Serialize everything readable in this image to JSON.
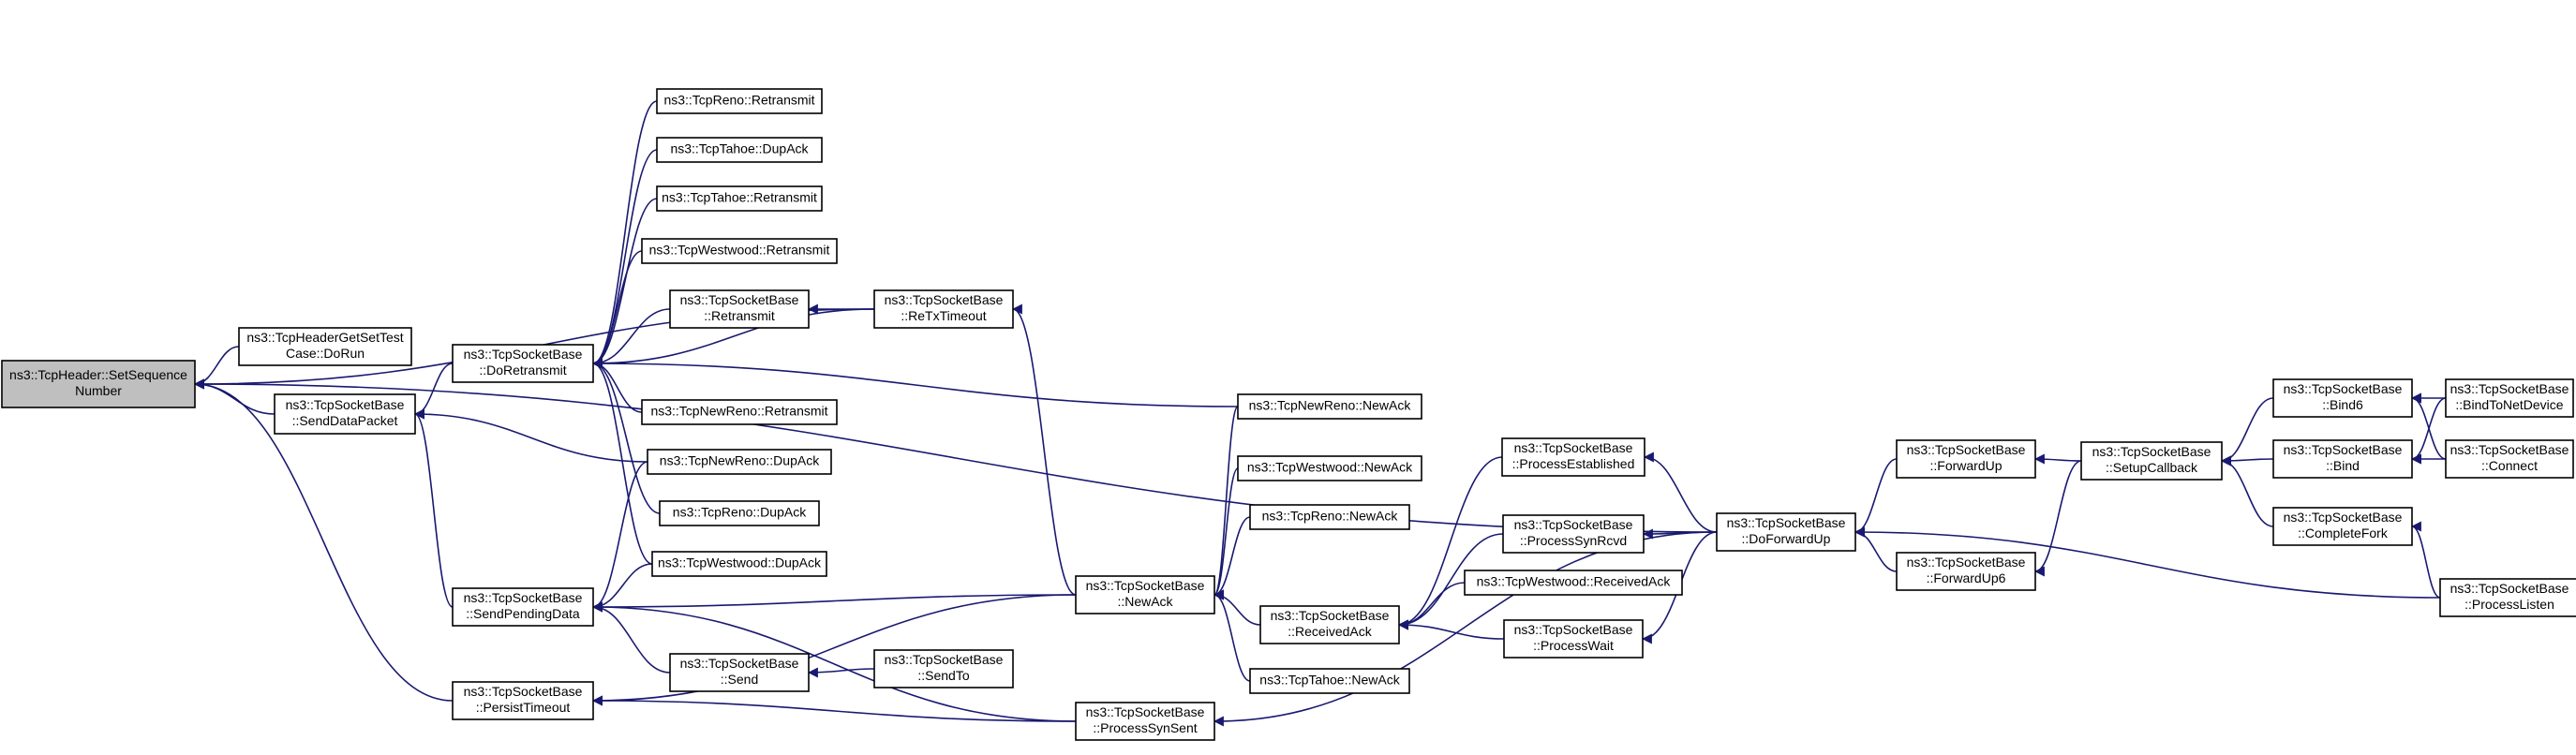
{
  "diagram": {
    "title": "",
    "edge_color": "#191970",
    "focus_fill": "#bfbfbf",
    "node_fill": "#ffffff",
    "nodes": [
      {
        "id": "set_seq",
        "lines": [
          "ns3::TcpHeader::SetSequence",
          "Number"
        ],
        "focus": true
      },
      {
        "id": "hdr_test",
        "lines": [
          "ns3::TcpHeaderGetSetTest",
          "Case::DoRun"
        ]
      },
      {
        "id": "send_data",
        "lines": [
          "ns3::TcpSocketBase",
          "::SendDataPacket"
        ]
      },
      {
        "id": "persist",
        "lines": [
          "ns3::TcpSocketBase",
          "::PersistTimeout"
        ]
      },
      {
        "id": "do_retx",
        "lines": [
          "ns3::TcpSocketBase",
          "::DoRetransmit"
        ]
      },
      {
        "id": "send_pending",
        "lines": [
          "ns3::TcpSocketBase",
          "::SendPendingData"
        ]
      },
      {
        "id": "reno_retx",
        "lines": [
          "ns3::TcpReno::Retransmit"
        ]
      },
      {
        "id": "tahoe_dup",
        "lines": [
          "ns3::TcpTahoe::DupAck"
        ]
      },
      {
        "id": "tahoe_retx",
        "lines": [
          "ns3::TcpTahoe::Retransmit"
        ]
      },
      {
        "id": "west_retx",
        "lines": [
          "ns3::TcpWestwood::Retransmit"
        ]
      },
      {
        "id": "tsb_retx",
        "lines": [
          "ns3::TcpSocketBase",
          "::Retransmit"
        ]
      },
      {
        "id": "newreno_retx",
        "lines": [
          "ns3::TcpNewReno::Retransmit"
        ]
      },
      {
        "id": "newreno_dup",
        "lines": [
          "ns3::TcpNewReno::DupAck"
        ]
      },
      {
        "id": "reno_dup",
        "lines": [
          "ns3::TcpReno::DupAck"
        ]
      },
      {
        "id": "west_dup",
        "lines": [
          "ns3::TcpWestwood::DupAck"
        ]
      },
      {
        "id": "send",
        "lines": [
          "ns3::TcpSocketBase",
          "::Send"
        ]
      },
      {
        "id": "retx_timeout",
        "lines": [
          "ns3::TcpSocketBase",
          "::ReTxTimeout"
        ]
      },
      {
        "id": "sendto",
        "lines": [
          "ns3::TcpSocketBase",
          "::SendTo"
        ]
      },
      {
        "id": "new_ack",
        "lines": [
          "ns3::TcpSocketBase",
          "::NewAck"
        ]
      },
      {
        "id": "proc_synsent",
        "lines": [
          "ns3::TcpSocketBase",
          "::ProcessSynSent"
        ]
      },
      {
        "id": "newreno_newack",
        "lines": [
          "ns3::TcpNewReno::NewAck"
        ]
      },
      {
        "id": "west_newack",
        "lines": [
          "ns3::TcpWestwood::NewAck"
        ]
      },
      {
        "id": "reno_newack",
        "lines": [
          "ns3::TcpReno::NewAck"
        ]
      },
      {
        "id": "recv_ack",
        "lines": [
          "ns3::TcpSocketBase",
          "::ReceivedAck"
        ]
      },
      {
        "id": "tahoe_newack",
        "lines": [
          "ns3::TcpTahoe::NewAck"
        ]
      },
      {
        "id": "proc_est",
        "lines": [
          "ns3::TcpSocketBase",
          "::ProcessEstablished"
        ]
      },
      {
        "id": "proc_synrcvd",
        "lines": [
          "ns3::TcpSocketBase",
          "::ProcessSynRcvd"
        ]
      },
      {
        "id": "west_recvack",
        "lines": [
          "ns3::TcpWestwood::ReceivedAck"
        ]
      },
      {
        "id": "proc_wait",
        "lines": [
          "ns3::TcpSocketBase",
          "::ProcessWait"
        ]
      },
      {
        "id": "do_fwd",
        "lines": [
          "ns3::TcpSocketBase",
          "::DoForwardUp"
        ]
      },
      {
        "id": "fwd_up",
        "lines": [
          "ns3::TcpSocketBase",
          "::ForwardUp"
        ]
      },
      {
        "id": "fwd_up6",
        "lines": [
          "ns3::TcpSocketBase",
          "::ForwardUp6"
        ]
      },
      {
        "id": "setup_cb",
        "lines": [
          "ns3::TcpSocketBase",
          "::SetupCallback"
        ]
      },
      {
        "id": "bind6",
        "lines": [
          "ns3::TcpSocketBase",
          "::Bind6"
        ]
      },
      {
        "id": "bind",
        "lines": [
          "ns3::TcpSocketBase",
          "::Bind"
        ]
      },
      {
        "id": "complete_fork",
        "lines": [
          "ns3::TcpSocketBase",
          "::CompleteFork"
        ]
      },
      {
        "id": "bind_netdev",
        "lines": [
          "ns3::TcpSocketBase",
          "::BindToNetDevice"
        ]
      },
      {
        "id": "connect",
        "lines": [
          "ns3::TcpSocketBase",
          "::Connect"
        ]
      },
      {
        "id": "proc_listen",
        "lines": [
          "ns3::TcpSocketBase",
          "::ProcessListen"
        ]
      }
    ],
    "edges": [
      [
        "set_seq",
        "hdr_test"
      ],
      [
        "set_seq",
        "send_data"
      ],
      [
        "set_seq",
        "persist"
      ],
      [
        "set_seq",
        "retx_timeout"
      ],
      [
        "set_seq",
        "do_fwd"
      ],
      [
        "send_data",
        "do_retx"
      ],
      [
        "send_data",
        "send_pending"
      ],
      [
        "send_data",
        "newreno_dup"
      ],
      [
        "do_retx",
        "reno_retx"
      ],
      [
        "do_retx",
        "tahoe_dup"
      ],
      [
        "do_retx",
        "tahoe_retx"
      ],
      [
        "do_retx",
        "west_retx"
      ],
      [
        "do_retx",
        "tsb_retx"
      ],
      [
        "do_retx",
        "newreno_retx"
      ],
      [
        "do_retx",
        "newreno_newack"
      ],
      [
        "do_retx",
        "reno_dup"
      ],
      [
        "do_retx",
        "west_dup"
      ],
      [
        "do_retx",
        "retx_timeout"
      ],
      [
        "tsb_retx",
        "retx_timeout"
      ],
      [
        "send_pending",
        "newreno_dup"
      ],
      [
        "send_pending",
        "west_dup"
      ],
      [
        "send_pending",
        "send"
      ],
      [
        "send_pending",
        "new_ack"
      ],
      [
        "send_pending",
        "proc_synsent"
      ],
      [
        "send",
        "sendto"
      ],
      [
        "persist",
        "new_ack"
      ],
      [
        "persist",
        "proc_synsent"
      ],
      [
        "retx_timeout",
        "new_ack"
      ],
      [
        "new_ack",
        "newreno_newack"
      ],
      [
        "new_ack",
        "west_newack"
      ],
      [
        "new_ack",
        "reno_newack"
      ],
      [
        "new_ack",
        "recv_ack"
      ],
      [
        "new_ack",
        "tahoe_newack"
      ],
      [
        "recv_ack",
        "proc_est"
      ],
      [
        "recv_ack",
        "proc_synrcvd"
      ],
      [
        "recv_ack",
        "west_recvack"
      ],
      [
        "recv_ack",
        "proc_wait"
      ],
      [
        "proc_est",
        "do_fwd"
      ],
      [
        "proc_synrcvd",
        "do_fwd"
      ],
      [
        "proc_wait",
        "do_fwd"
      ],
      [
        "proc_synsent",
        "do_fwd"
      ],
      [
        "do_fwd",
        "fwd_up"
      ],
      [
        "do_fwd",
        "fwd_up6"
      ],
      [
        "do_fwd",
        "proc_listen"
      ],
      [
        "fwd_up",
        "setup_cb"
      ],
      [
        "fwd_up6",
        "setup_cb"
      ],
      [
        "setup_cb",
        "bind6"
      ],
      [
        "setup_cb",
        "bind"
      ],
      [
        "setup_cb",
        "complete_fork"
      ],
      [
        "bind6",
        "bind_netdev"
      ],
      [
        "bind6",
        "connect"
      ],
      [
        "bind",
        "bind_netdev"
      ],
      [
        "bind",
        "connect"
      ],
      [
        "complete_fork",
        "proc_listen"
      ]
    ]
  }
}
